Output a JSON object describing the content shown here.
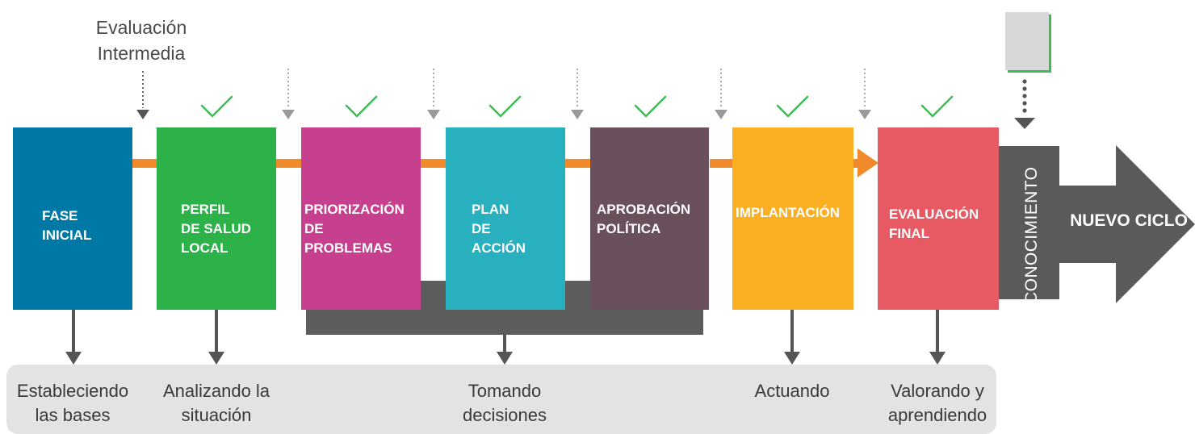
{
  "top_label": "Evaluación\nIntermedia",
  "phases": [
    {
      "id": "fase-inicial",
      "label": "FASE\nINICIAL",
      "color": "#0078a6",
      "check": false
    },
    {
      "id": "perfil-salud-local",
      "label": "PERFIL\nDE SALUD\nLOCAL",
      "color": "#2db24a",
      "check": true
    },
    {
      "id": "priorizacion-problemas",
      "label": "PRIORIZACIÓN\nDE\nPROBLEMAS",
      "color": "#c6408f",
      "check": true
    },
    {
      "id": "plan-accion",
      "label": "PLAN\nDE\nACCIÓN",
      "color": "#29b0be",
      "check": true
    },
    {
      "id": "aprobacion-politica",
      "label": "APROBACIÓN\nPOLÍTICA",
      "color": "#6a505d",
      "check": true
    },
    {
      "id": "implantacion",
      "label": "IMPLANTACIÓN",
      "color": "#fbb024",
      "check": true
    },
    {
      "id": "evaluacion-final",
      "label": "EVALUACIÓN\nFINAL",
      "color": "#e85a63",
      "check": true
    }
  ],
  "knowledge_label": "CONOCIMIENTO",
  "next_cycle_label": "NUEVO CICLO",
  "bottom_labels": [
    {
      "id": "estableciendo",
      "text": "Estableciendo\nlas bases"
    },
    {
      "id": "analizando",
      "text": "Analizando la\nsituación"
    },
    {
      "id": "tomando",
      "text": "Tomando\ndecisiones"
    },
    {
      "id": "actuando",
      "text": "Actuando"
    },
    {
      "id": "valorando",
      "text": "Valorando y\naprendiendo"
    }
  ],
  "colors": {
    "connector": "#f08a2a",
    "check": "#3dbb55",
    "arrow_dark": "#555555",
    "dotted": "#999999"
  },
  "icons": [
    "check-icon",
    "dotted-down-arrow-icon",
    "document-icon",
    "big-right-arrow-icon"
  ]
}
